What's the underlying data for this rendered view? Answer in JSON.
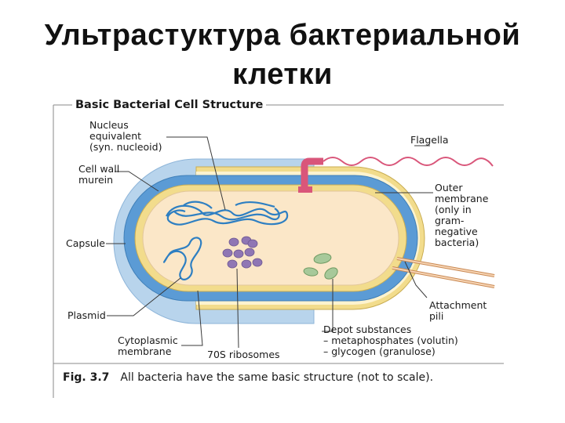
{
  "title_line1": "Ультрастуктура бактериальной",
  "title_line2": "клетки",
  "figure": {
    "title": "Basic Bacterial Cell Structure",
    "labels": {
      "nucleus_1": "Nucleus",
      "nucleus_2": "equivalent",
      "nucleus_3": "(syn. nucleoid)",
      "cell_wall_1": "Cell wall",
      "cell_wall_2": "murein",
      "capsule": "Capsule",
      "plasmid": "Plasmid",
      "cytoplasmic_1": "Cytoplasmic",
      "cytoplasmic_2": "membrane",
      "ribosomes": "70S ribosomes",
      "depot_1": "Depot substances",
      "depot_2": "– metaphosphates (volutin)",
      "depot_3": "– glycogen (granulose)",
      "flagella": "Flagella",
      "outer_1": "Outer",
      "outer_2": "membrane",
      "outer_3": "(only in",
      "outer_4": "gram-",
      "outer_5": "negative",
      "outer_6": "bacteria)",
      "pili_1": "Attachment",
      "pili_2": "pili"
    },
    "caption_number": "Fig. 3.7",
    "caption_text": "All bacteria have the same basic structure (not to scale)."
  },
  "colors": {
    "capsule": "#b8d4ec",
    "cell_wall": "#5b9bd5",
    "outer_membrane": "#f2dc8c",
    "cytoplasm": "#fbe7c8",
    "nucleoid": "#2e7fc2",
    "ribosome": "#8f76b4",
    "granule": "#a7c99a",
    "flagellum": "#d9567a"
  }
}
